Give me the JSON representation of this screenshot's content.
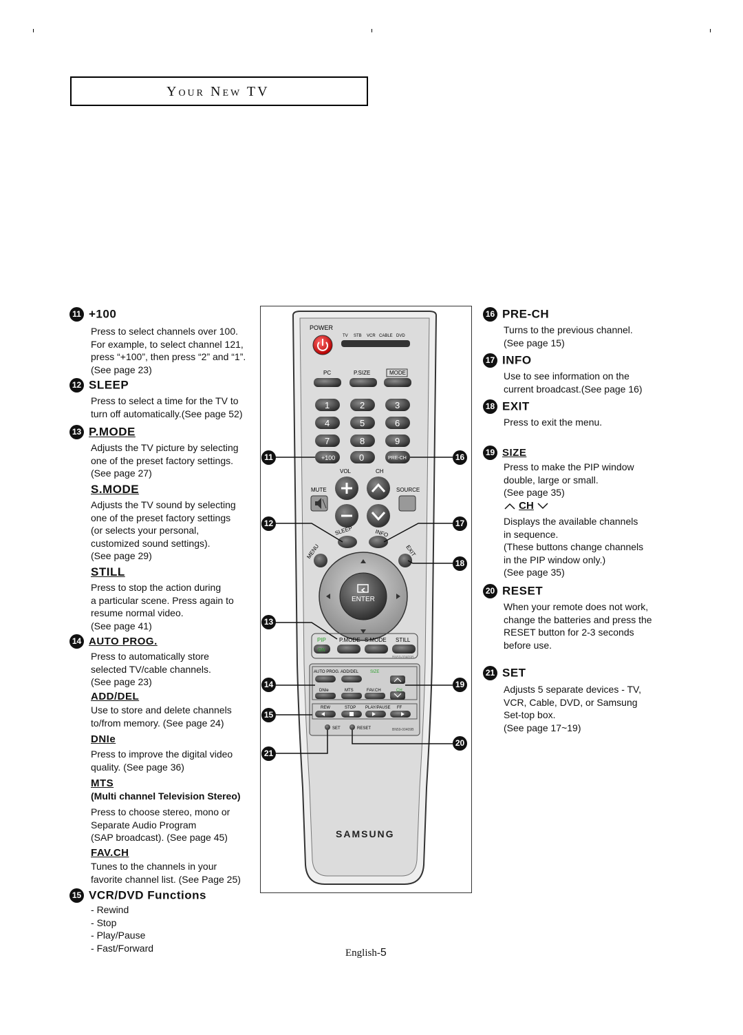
{
  "header": {
    "title": "Your New TV"
  },
  "footer": {
    "lang": "English-",
    "page": "5"
  },
  "left": {
    "s11": {
      "num": "11",
      "title": "+100",
      "body": "Press to select channels over 100.\nFor example, to select channel 121,\npress “+100”, then press “2” and “1”.\n(See page 23)"
    },
    "s12": {
      "num": "12",
      "title": "SLEEP",
      "body": "Press to select a time for the TV to\nturn off automatically.(See page 52)"
    },
    "s13": {
      "num": "13",
      "title": "P.MODE",
      "body": "Adjusts the TV picture by selecting\none of the preset factory settings.\n(See page 27)"
    },
    "smode": {
      "title": "S.MODE",
      "body": "Adjusts the TV sound by selecting\none of the preset factory settings\n(or selects your personal,\ncustomized sound settings).\n(See page 29)"
    },
    "still": {
      "title": "STILL",
      "body": "Press to stop the action during\na particular scene. Press again to\nresume normal video.\n(See page 41)"
    },
    "s14": {
      "num": "14",
      "title": "AUTO PROG.",
      "body": "Press to automatically store\nselected TV/cable channels.\n(See page 23)"
    },
    "adddel": {
      "title": "ADD/DEL",
      "body": "Use to store and delete channels\nto/from memory. (See page 24)"
    },
    "dnie": {
      "title": "DNIe",
      "body": "Press to improve the digital video\nquality. (See page 36)"
    },
    "mts": {
      "title": "MTS",
      "subtitle": "(Multi channel Television Stereo)",
      "body": "Press to choose stereo, mono or\nSeparate Audio Program\n(SAP broadcast). (See page 45)"
    },
    "favch": {
      "title": "FAV.CH",
      "body": "Tunes to the channels in your\nfavorite channel list. (See Page 25)"
    },
    "s15": {
      "num": "15",
      "title": "VCR/DVD Functions",
      "items": [
        "Rewind",
        "Stop",
        "Play/Pause",
        "Fast/Forward"
      ]
    }
  },
  "right": {
    "s16": {
      "num": "16",
      "title": "PRE-CH",
      "body": "Turns to the previous channel.\n(See page 15)"
    },
    "s17": {
      "num": "17",
      "title": "INFO",
      "body": "Use to see information on the\ncurrent broadcast.(See page 16)"
    },
    "s18": {
      "num": "18",
      "title": "EXIT",
      "body": "Press to exit the menu."
    },
    "s19": {
      "num": "19",
      "title": "SIZE",
      "body": "Press to make the PIP window\ndouble, large or small.\n(See page 35)"
    },
    "ch": {
      "title": "CH",
      "body": "Displays the available channels\nin sequence.\n(These buttons change channels\nin the PIP window only.)\n(See page 35)"
    },
    "s20": {
      "num": "20",
      "title": "RESET",
      "body": "When your remote does not work,\nchange the batteries and press the\nRESET button for 2-3 seconds\nbefore use."
    },
    "s21": {
      "num": "21",
      "title": "SET",
      "body": "Adjusts 5 separate devices - TV,\nVCR, Cable, DVD, or Samsung\nSet-top box.\n(See page 17~19)"
    }
  },
  "remote": {
    "power": "POWER",
    "devices": [
      "TV",
      "STB",
      "VCR",
      "CABLE",
      "DVD"
    ],
    "top_buttons": [
      "PC",
      "P.SIZE",
      "MODE"
    ],
    "digits": [
      "1",
      "2",
      "3",
      "4",
      "5",
      "6",
      "7",
      "8",
      "9"
    ],
    "plus100": "+100",
    "zero": "0",
    "prech": "PRE-CH",
    "vol": "VOL",
    "ch": "CH",
    "mute": "MUTE",
    "source": "SOURCE",
    "sleep": "SLEEP",
    "info": "INFO",
    "menu": "MENU",
    "exit": "EXIT",
    "enter": "ENTER",
    "pip": "PIP",
    "on": "ON",
    "pmode": "P.MODE",
    "smode": "S.MODE",
    "still": "STILL",
    "auto_prog": "AUTO PROG.",
    "add_del": "ADD/DEL",
    "size": "SIZE",
    "dnie": "DNIe",
    "mts": "MTS",
    "fav_ch": "FAV.CH",
    "ch_small": "CH",
    "rew": "REW",
    "stop": "STOP",
    "play_pause": "PLAY/PAUSE",
    "ff": "FF",
    "set": "SET",
    "reset": "RESET",
    "model": "BN59-00409B",
    "model_top": "BN59-00409B",
    "brand": "SAMSUNG"
  },
  "callouts": {
    "c11": "11",
    "c12": "12",
    "c13": "13",
    "c14": "14",
    "c15": "15",
    "c16": "16",
    "c17": "17",
    "c18": "18",
    "c19": "19",
    "c20": "20",
    "c21": "21"
  }
}
